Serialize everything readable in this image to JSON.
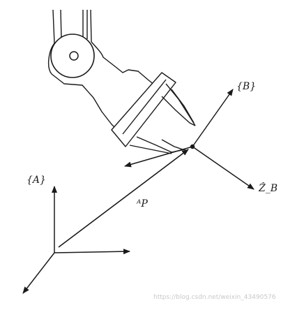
{
  "frames": {
    "A": {
      "label": "{A}"
    },
    "B": {
      "label": "{B}"
    }
  },
  "vector_label": "ᴬP",
  "z_axis_label": "Ẑ_B",
  "watermark": "https://blog.csdn.net/weixin_43490576"
}
